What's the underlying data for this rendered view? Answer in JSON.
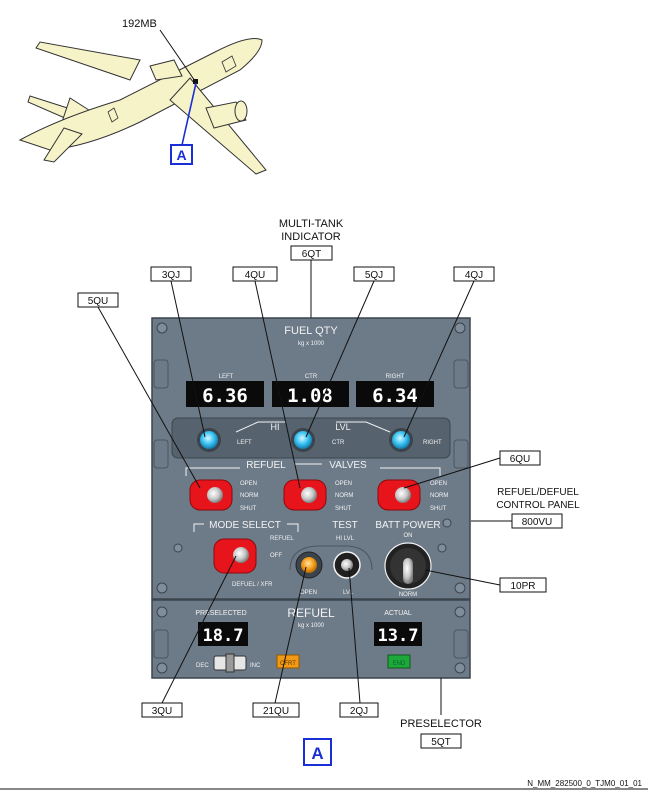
{
  "locator": {
    "zone_label": "192MB",
    "view_tag": "A"
  },
  "title_block": {
    "line1": "MULTI-TANK",
    "line2": "INDICATOR",
    "ref": "6QT"
  },
  "callouts": {
    "c_5qu": "5QU",
    "c_3qj": "3QJ",
    "c_4qu": "4QU",
    "c_5qj": "5QJ",
    "c_4qj": "4QJ",
    "c_6qu": "6QU",
    "c_800vu": "800VU",
    "c_10pr": "10PR",
    "c_3qu": "3QU",
    "c_21qu": "21QU",
    "c_2qj": "2QJ",
    "c_5qt": "5QT"
  },
  "side_labels": {
    "control_line1": "REFUEL/DEFUEL",
    "control_line2": "CONTROL PANEL",
    "preselector": "PRESELECTOR"
  },
  "panel": {
    "fuel_qty": "FUEL QTY",
    "units": "kg x 1000",
    "left": "LEFT",
    "ctr": "CTR",
    "right": "RIGHT",
    "left_value": "6.36",
    "ctr_value": "1.08",
    "right_value": "6.34",
    "hi": "HI",
    "lvl": "LVL",
    "refuel": "REFUEL",
    "valves": "VALVES",
    "open": "OPEN",
    "norm": "NORM",
    "shut": "SHUT",
    "mode_select": "MODE SELECT",
    "mode_refuel": "REFUEL",
    "mode_off": "OFF",
    "mode_defuel": "DEFUEL / XFR",
    "test": "TEST",
    "hi_lvl": "HI LVL",
    "test_open": "OPEN",
    "test_lvl": "LVL",
    "batt_power": "BATT POWER",
    "batt_on": "ON",
    "batt_norm": "NORM",
    "preselected": "PRESELECTED",
    "refuel_big": "REFUEL",
    "units2": "kg x 1000",
    "actual": "ACTUAL",
    "preselected_value": "18.7",
    "actual_value": "13.7",
    "dec": "DEC",
    "inc": "INC",
    "cfrt": "CFRT",
    "end": "END"
  },
  "footer": {
    "ref": "N_MM_282500_0_TJM0_01_01",
    "view_tag": "A"
  },
  "colors": {
    "panel": "#6d7b89",
    "panel_dark": "#56636f",
    "knob_red": "#e8141c",
    "led_blue": "#39c4f4",
    "led_orange": "#f29a14",
    "led_green": "#1fa83a",
    "airplane": "#f7f3c8",
    "accent_blue": "#1a2fd6"
  }
}
